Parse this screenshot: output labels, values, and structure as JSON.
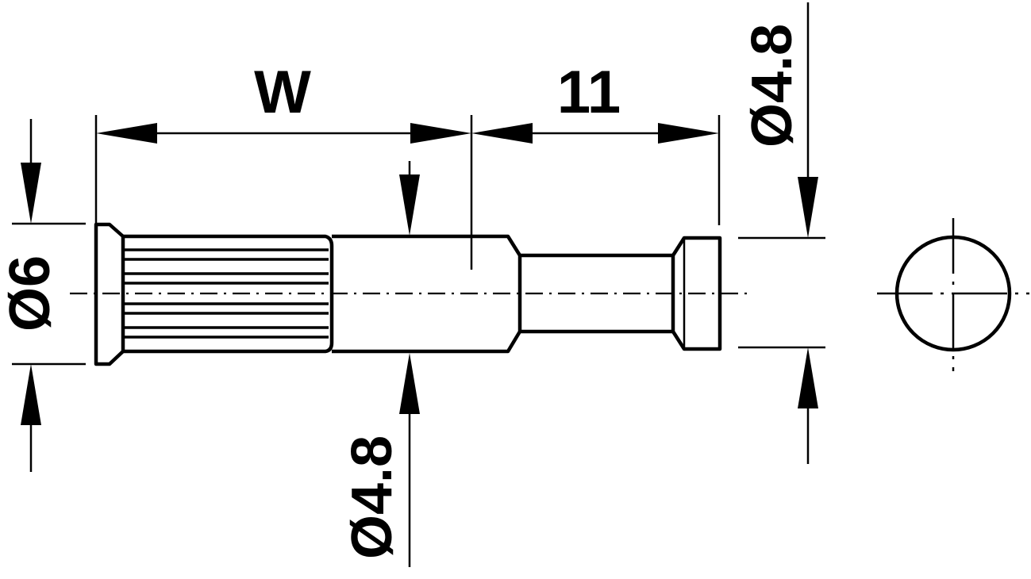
{
  "dimensions": {
    "width_label": "W",
    "length_label": "11",
    "head_diameter_label": "Ø6",
    "shank_diameter_label": "Ø4.8",
    "tip_diameter_label": "Ø4.8"
  },
  "colors": {
    "line": "#000000",
    "background": "#ffffff"
  }
}
